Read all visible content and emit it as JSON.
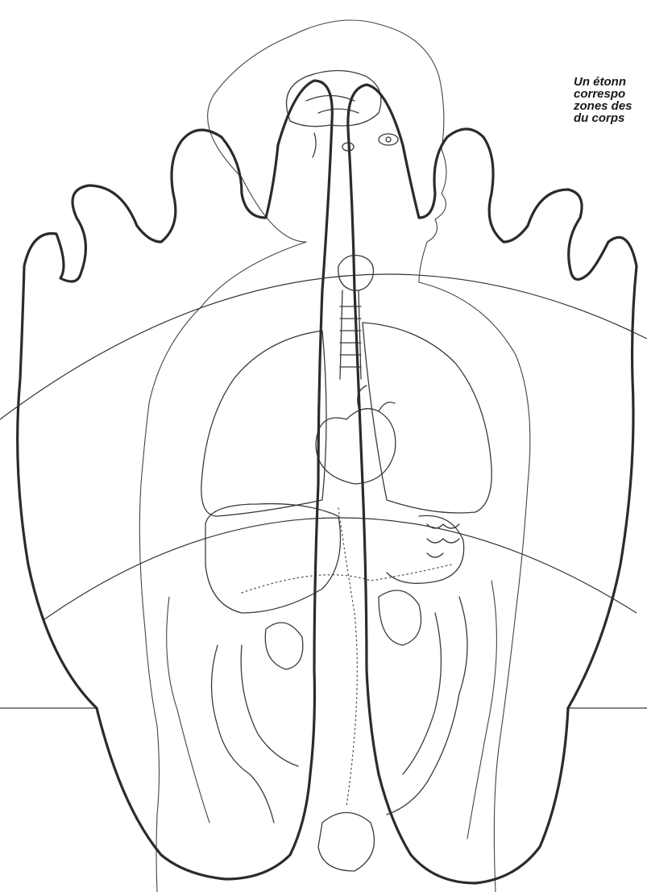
{
  "caption": {
    "lines": [
      "Un étonn",
      "correspo",
      "zones des",
      "du corps"
    ]
  },
  "illustration": {
    "subject": "foot-soles-with-body-organs-overlay",
    "colors": {
      "ink": "#2b2b2b",
      "background": "#ffffff"
    }
  }
}
